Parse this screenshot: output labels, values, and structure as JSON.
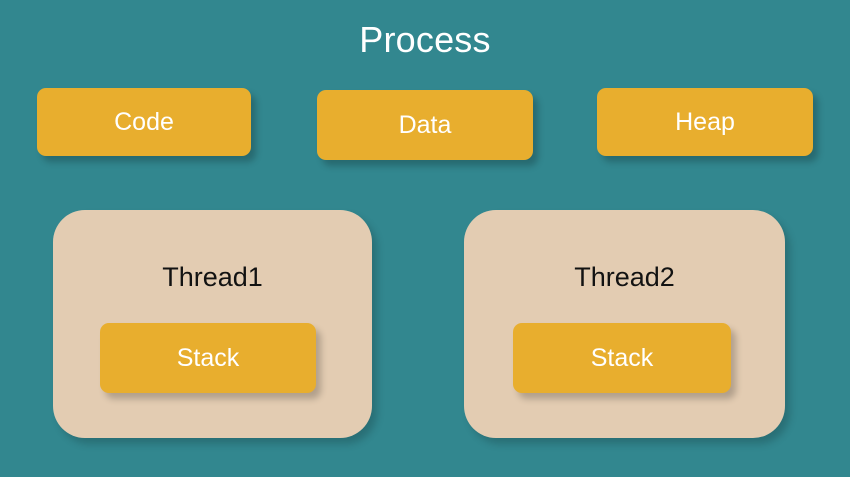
{
  "diagram": {
    "title": "Process",
    "background_color": "#32878f",
    "segments": [
      {
        "id": "code",
        "label": "Code",
        "color": "#e8ae2e"
      },
      {
        "id": "data",
        "label": "Data",
        "color": "#e8ae2e"
      },
      {
        "id": "heap",
        "label": "Heap",
        "color": "#e8ae2e"
      }
    ],
    "threads": [
      {
        "id": "thread1",
        "label": "Thread1",
        "color": "#e3ccb2",
        "stack": {
          "label": "Stack",
          "color": "#e8ae2e"
        }
      },
      {
        "id": "thread2",
        "label": "Thread2",
        "color": "#e3ccb2",
        "stack": {
          "label": "Stack",
          "color": "#e8ae2e"
        }
      }
    ]
  }
}
